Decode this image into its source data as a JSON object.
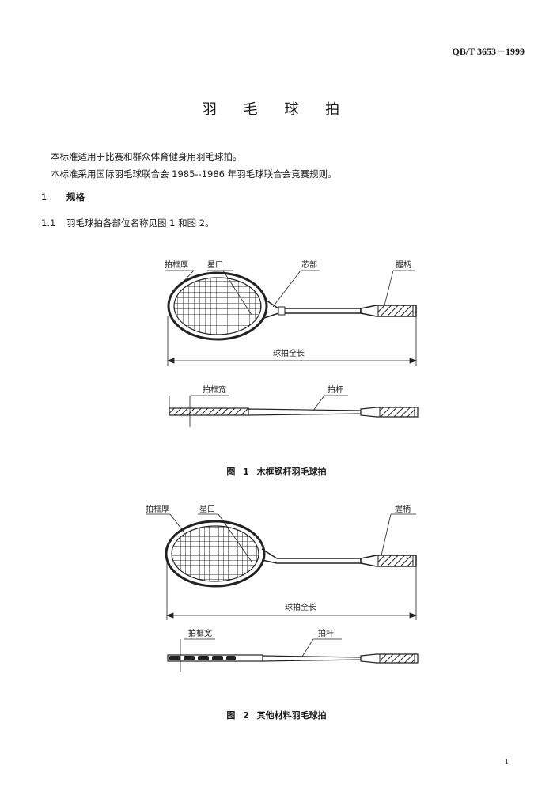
{
  "header": {
    "standard_number": "QB/T 3653－1999"
  },
  "title": "羽 毛 球 拍",
  "intro": [
    "本标准适用于比赛和群众体育健身用羽毛球拍。",
    "本标准采用国际羽毛球联合会 1985--1986 年羽毛球联合会竞赛规则。"
  ],
  "clauses": [
    {
      "num": "1",
      "text": "规格"
    },
    {
      "num": "1.1",
      "text": "羽毛球拍各部位名称见图 1 和图 2。"
    }
  ],
  "figure1": {
    "labels": {
      "frame_thickness": "拍框厚",
      "throat": "星口",
      "core": "芯部",
      "grip": "握柄",
      "total_length": "球拍全长",
      "frame_width": "拍框宽",
      "shaft": "拍杆"
    },
    "caption_no": "图 1",
    "caption_text": "木框钢杆羽毛球拍"
  },
  "figure2": {
    "labels": {
      "frame_thickness": "拍框厚",
      "throat": "星口",
      "grip": "握柄",
      "total_length": "球拍全长",
      "frame_width": "拍框宽",
      "shaft": "拍杆"
    },
    "caption_no": "图 2",
    "caption_text": "其他材料羽毛球拍"
  },
  "footer": {
    "page_number": "1"
  }
}
